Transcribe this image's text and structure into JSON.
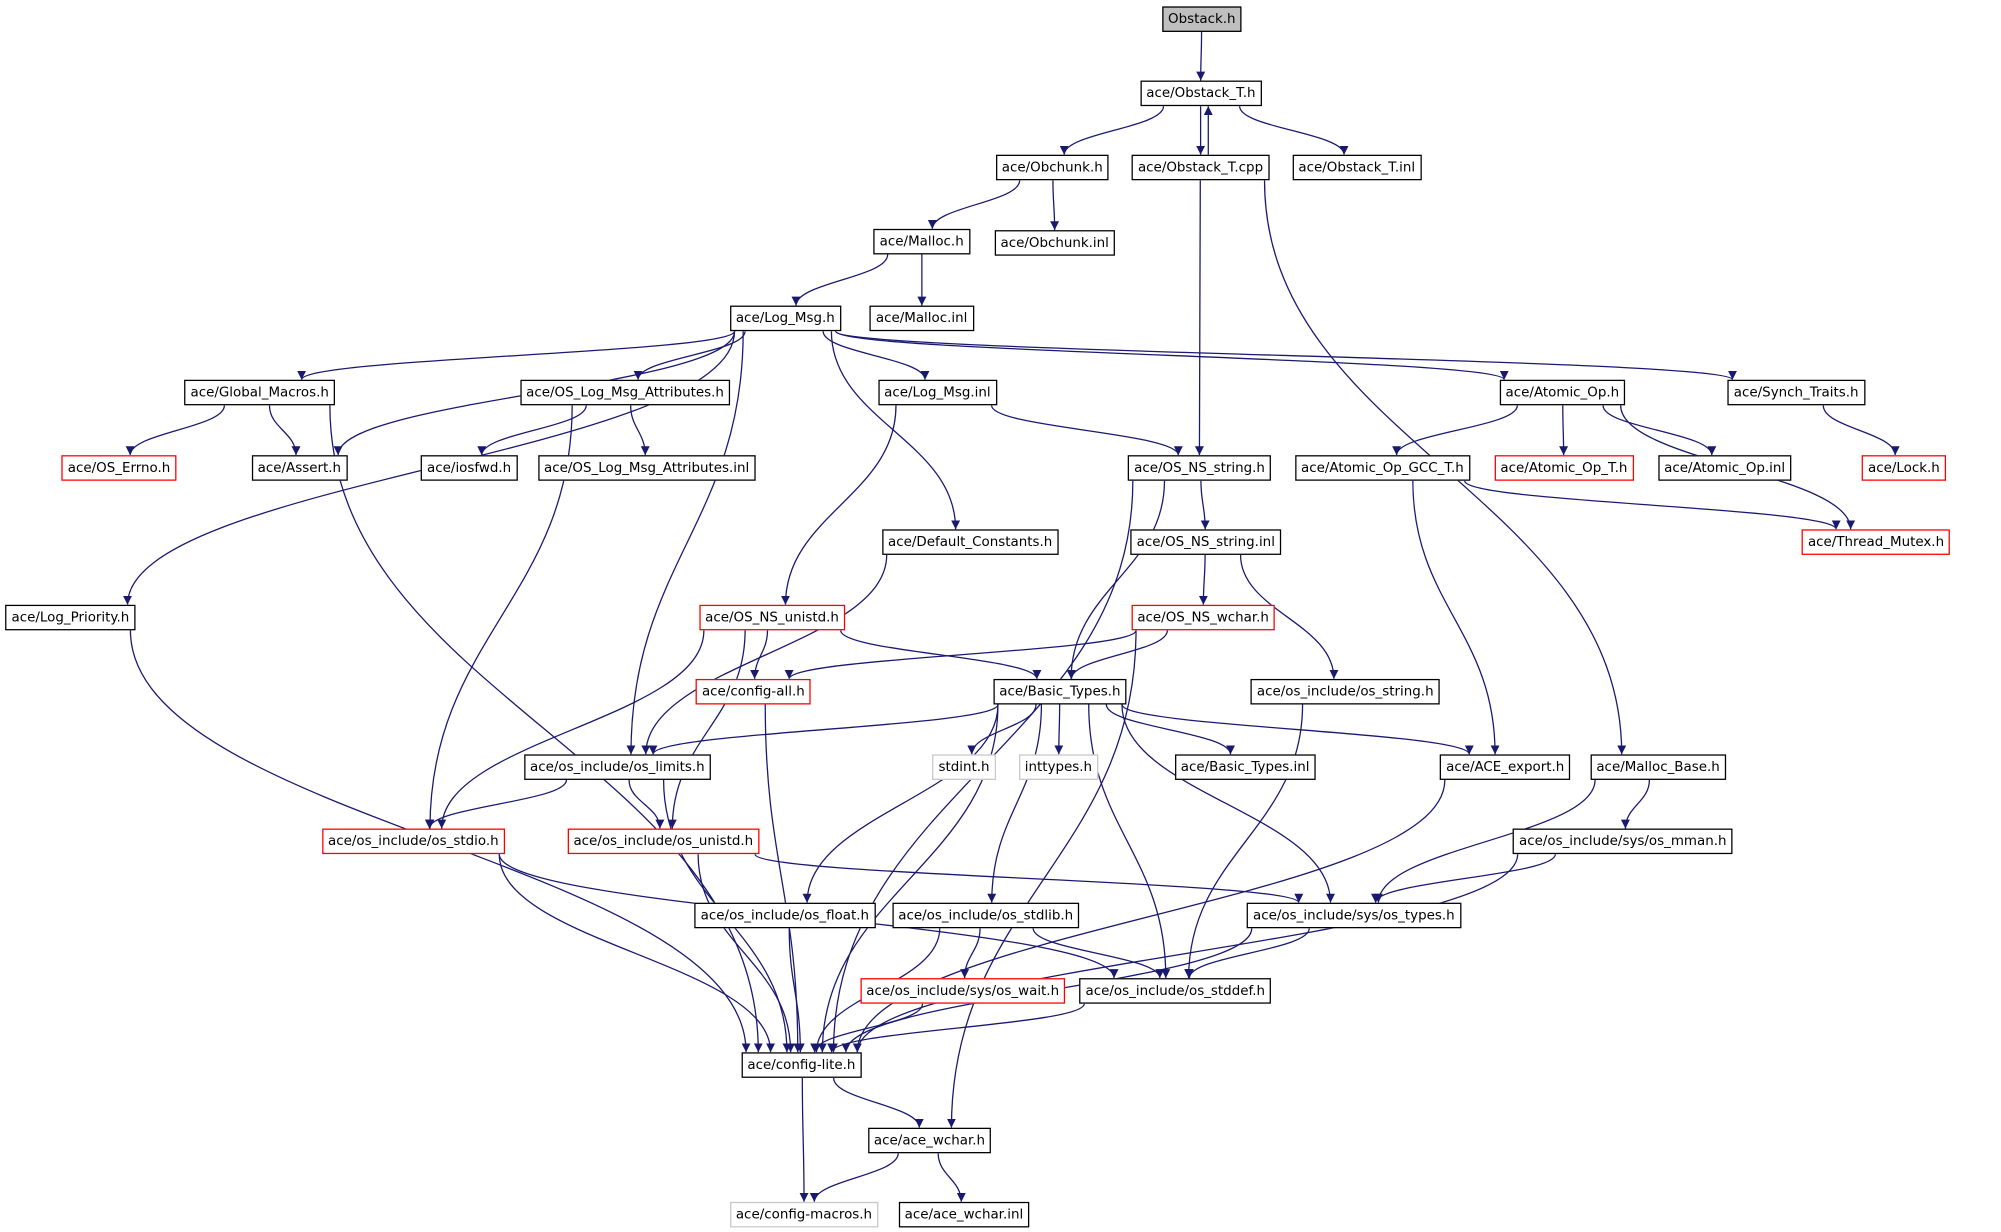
{
  "diagram": {
    "edge_color": "#191970",
    "node_border_colors": {
      "normal": "#000000",
      "truncated": "#ff0000",
      "external": "#c8c8c8"
    },
    "root_fill": "#bfbfbf",
    "nodes": [
      {
        "id": "obstack_h",
        "label": "Obstack.h",
        "style": "root"
      },
      {
        "id": "obstack_t_h",
        "label": "ace/Obstack_T.h"
      },
      {
        "id": "obchunk_h",
        "label": "ace/Obchunk.h"
      },
      {
        "id": "obstack_t_cpp",
        "label": "ace/Obstack_T.cpp"
      },
      {
        "id": "obstack_t_inl",
        "label": "ace/Obstack_T.inl"
      },
      {
        "id": "malloc_h",
        "label": "ace/Malloc.h"
      },
      {
        "id": "obchunk_inl",
        "label": "ace/Obchunk.inl"
      },
      {
        "id": "log_msg_h",
        "label": "ace/Log_Msg.h"
      },
      {
        "id": "malloc_inl",
        "label": "ace/Malloc.inl"
      },
      {
        "id": "global_macros_h",
        "label": "ace/Global_Macros.h"
      },
      {
        "id": "os_log_msg_attributes_h",
        "label": "ace/OS_Log_Msg_Attributes.h"
      },
      {
        "id": "log_msg_inl",
        "label": "ace/Log_Msg.inl"
      },
      {
        "id": "atomic_op_h",
        "label": "ace/Atomic_Op.h"
      },
      {
        "id": "synch_traits_h",
        "label": "ace/Synch_Traits.h"
      },
      {
        "id": "os_errno_h",
        "label": "ace/OS_Errno.h",
        "style": "red"
      },
      {
        "id": "assert_h",
        "label": "ace/Assert.h"
      },
      {
        "id": "iosfwd_h",
        "label": "ace/iosfwd.h"
      },
      {
        "id": "os_log_msg_attributes_inl",
        "label": "ace/OS_Log_Msg_Attributes.inl"
      },
      {
        "id": "os_ns_string_h",
        "label": "ace/OS_NS_string.h"
      },
      {
        "id": "atomic_op_gcc_t_h",
        "label": "ace/Atomic_Op_GCC_T.h"
      },
      {
        "id": "atomic_op_t_h",
        "label": "ace/Atomic_Op_T.h",
        "style": "red"
      },
      {
        "id": "atomic_op_inl",
        "label": "ace/Atomic_Op.inl"
      },
      {
        "id": "lock_h",
        "label": "ace/Lock.h",
        "style": "red"
      },
      {
        "id": "default_constants_h",
        "label": "ace/Default_Constants.h"
      },
      {
        "id": "os_ns_string_inl",
        "label": "ace/OS_NS_string.inl"
      },
      {
        "id": "thread_mutex_h",
        "label": "ace/Thread_Mutex.h",
        "style": "red"
      },
      {
        "id": "log_priority_h",
        "label": "ace/Log_Priority.h"
      },
      {
        "id": "os_ns_unistd_h",
        "label": "ace/OS_NS_unistd.h",
        "style": "red"
      },
      {
        "id": "os_ns_wchar_h",
        "label": "ace/OS_NS_wchar.h",
        "style": "red"
      },
      {
        "id": "config_all_h",
        "label": "ace/config-all.h",
        "style": "red"
      },
      {
        "id": "basic_types_h",
        "label": "ace/Basic_Types.h"
      },
      {
        "id": "os_string_h",
        "label": "ace/os_include/os_string.h"
      },
      {
        "id": "os_limits_h",
        "label": "ace/os_include/os_limits.h"
      },
      {
        "id": "stdint_h",
        "label": "stdint.h",
        "style": "gray"
      },
      {
        "id": "inttypes_h",
        "label": "inttypes.h",
        "style": "gray"
      },
      {
        "id": "basic_types_inl",
        "label": "ace/Basic_Types.inl"
      },
      {
        "id": "ace_export_h",
        "label": "ace/ACE_export.h"
      },
      {
        "id": "malloc_base_h",
        "label": "ace/Malloc_Base.h"
      },
      {
        "id": "os_stdio_h",
        "label": "ace/os_include/os_stdio.h",
        "style": "red"
      },
      {
        "id": "os_unistd_h",
        "label": "ace/os_include/os_unistd.h",
        "style": "red"
      },
      {
        "id": "sys_os_mman_h",
        "label": "ace/os_include/sys/os_mman.h"
      },
      {
        "id": "os_float_h",
        "label": "ace/os_include/os_float.h"
      },
      {
        "id": "os_stdlib_h",
        "label": "ace/os_include/os_stdlib.h"
      },
      {
        "id": "sys_os_types_h",
        "label": "ace/os_include/sys/os_types.h"
      },
      {
        "id": "sys_os_wait_h",
        "label": "ace/os_include/sys/os_wait.h",
        "style": "red"
      },
      {
        "id": "os_stddef_h",
        "label": "ace/os_include/os_stddef.h"
      },
      {
        "id": "config_lite_h",
        "label": "ace/config-lite.h"
      },
      {
        "id": "ace_wchar_h",
        "label": "ace/ace_wchar.h"
      },
      {
        "id": "config_macros_h",
        "label": "ace/config-macros.h",
        "style": "gray"
      },
      {
        "id": "ace_wchar_inl",
        "label": "ace/ace_wchar.inl"
      }
    ],
    "edges": [
      [
        "obstack_h",
        "obstack_t_h"
      ],
      [
        "obstack_t_h",
        "obchunk_h"
      ],
      [
        "obstack_t_h",
        "obstack_t_cpp"
      ],
      [
        "obstack_t_h",
        "obstack_t_inl"
      ],
      [
        "obstack_t_cpp",
        "obstack_t_h"
      ],
      [
        "obstack_t_cpp",
        "os_ns_string_h"
      ],
      [
        "obstack_t_cpp",
        "malloc_base_h"
      ],
      [
        "obchunk_h",
        "malloc_h"
      ],
      [
        "obchunk_h",
        "obchunk_inl"
      ],
      [
        "malloc_h",
        "log_msg_h"
      ],
      [
        "malloc_h",
        "malloc_inl"
      ],
      [
        "log_msg_h",
        "global_macros_h"
      ],
      [
        "log_msg_h",
        "os_log_msg_attributes_h"
      ],
      [
        "log_msg_h",
        "log_msg_inl"
      ],
      [
        "log_msg_h",
        "atomic_op_h"
      ],
      [
        "log_msg_h",
        "synch_traits_h"
      ],
      [
        "log_msg_h",
        "assert_h"
      ],
      [
        "log_msg_h",
        "log_priority_h"
      ],
      [
        "log_msg_h",
        "default_constants_h"
      ],
      [
        "log_msg_h",
        "os_limits_h"
      ],
      [
        "global_macros_h",
        "os_errno_h"
      ],
      [
        "global_macros_h",
        "assert_h"
      ],
      [
        "global_macros_h",
        "config_lite_h"
      ],
      [
        "os_log_msg_attributes_h",
        "iosfwd_h"
      ],
      [
        "os_log_msg_attributes_h",
        "os_log_msg_attributes_inl"
      ],
      [
        "os_log_msg_attributes_h",
        "os_stdio_h"
      ],
      [
        "log_msg_inl",
        "os_ns_string_h"
      ],
      [
        "log_msg_inl",
        "os_ns_unistd_h"
      ],
      [
        "atomic_op_h",
        "atomic_op_gcc_t_h"
      ],
      [
        "atomic_op_h",
        "atomic_op_t_h"
      ],
      [
        "atomic_op_h",
        "atomic_op_inl"
      ],
      [
        "atomic_op_h",
        "thread_mutex_h"
      ],
      [
        "synch_traits_h",
        "lock_h"
      ],
      [
        "atomic_op_gcc_t_h",
        "thread_mutex_h"
      ],
      [
        "atomic_op_gcc_t_h",
        "ace_export_h"
      ],
      [
        "os_ns_string_h",
        "os_ns_string_inl"
      ],
      [
        "os_ns_string_h",
        "basic_types_h"
      ],
      [
        "os_ns_string_h",
        "config_lite_h"
      ],
      [
        "os_ns_string_inl",
        "os_ns_wchar_h"
      ],
      [
        "os_ns_string_inl",
        "os_string_h"
      ],
      [
        "default_constants_h",
        "os_limits_h"
      ],
      [
        "log_priority_h",
        "config_lite_h"
      ],
      [
        "os_ns_unistd_h",
        "config_all_h"
      ],
      [
        "os_ns_unistd_h",
        "basic_types_h"
      ],
      [
        "os_ns_unistd_h",
        "os_stdio_h"
      ],
      [
        "os_ns_unistd_h",
        "os_unistd_h"
      ],
      [
        "os_ns_wchar_h",
        "config_all_h"
      ],
      [
        "os_ns_wchar_h",
        "basic_types_h"
      ],
      [
        "os_ns_wchar_h",
        "ace_wchar_h"
      ],
      [
        "config_all_h",
        "config_lite_h"
      ],
      [
        "basic_types_h",
        "os_limits_h"
      ],
      [
        "basic_types_h",
        "stdint_h"
      ],
      [
        "basic_types_h",
        "inttypes_h"
      ],
      [
        "basic_types_h",
        "basic_types_inl"
      ],
      [
        "basic_types_h",
        "ace_export_h"
      ],
      [
        "basic_types_h",
        "sys_os_types_h"
      ],
      [
        "basic_types_h",
        "os_float_h"
      ],
      [
        "basic_types_h",
        "os_stdlib_h"
      ],
      [
        "basic_types_h",
        "os_stddef_h"
      ],
      [
        "basic_types_h",
        "config_lite_h"
      ],
      [
        "os_string_h",
        "os_stddef_h"
      ],
      [
        "os_limits_h",
        "os_stdio_h"
      ],
      [
        "os_limits_h",
        "os_unistd_h"
      ],
      [
        "os_limits_h",
        "config_lite_h"
      ],
      [
        "ace_export_h",
        "config_lite_h"
      ],
      [
        "malloc_base_h",
        "sys_os_mman_h"
      ],
      [
        "malloc_base_h",
        "sys_os_types_h"
      ],
      [
        "os_stdio_h",
        "os_stddef_h"
      ],
      [
        "os_stdio_h",
        "config_lite_h"
      ],
      [
        "os_unistd_h",
        "sys_os_types_h"
      ],
      [
        "os_unistd_h",
        "config_lite_h"
      ],
      [
        "sys_os_mman_h",
        "sys_os_types_h"
      ],
      [
        "sys_os_mman_h",
        "config_lite_h"
      ],
      [
        "os_float_h",
        "config_lite_h"
      ],
      [
        "os_stdlib_h",
        "sys_os_wait_h"
      ],
      [
        "os_stdlib_h",
        "os_stddef_h"
      ],
      [
        "os_stdlib_h",
        "config_lite_h"
      ],
      [
        "sys_os_types_h",
        "os_stddef_h"
      ],
      [
        "sys_os_types_h",
        "config_lite_h"
      ],
      [
        "sys_os_wait_h",
        "config_lite_h"
      ],
      [
        "os_stddef_h",
        "config_lite_h"
      ],
      [
        "config_lite_h",
        "ace_wchar_h"
      ],
      [
        "config_lite_h",
        "config_macros_h"
      ],
      [
        "ace_wchar_h",
        "config_macros_h"
      ],
      [
        "ace_wchar_h",
        "ace_wchar_inl"
      ]
    ]
  }
}
